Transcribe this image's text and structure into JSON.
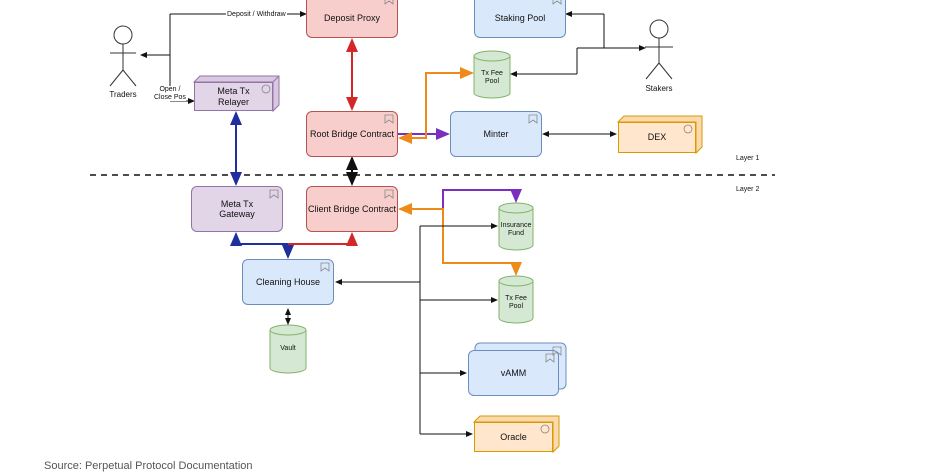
{
  "nodes": {
    "deposit_proxy": "Deposit Proxy",
    "staking_pool": "Staking Pool",
    "meta_tx_relayer_line1": "Meta Tx",
    "meta_tx_relayer_line2": "Relayer",
    "root_bridge": "Root Bridge Contract",
    "minter": "Minter",
    "dex": "DEX",
    "meta_tx_gateway_line1": "Meta Tx",
    "meta_tx_gateway_line2": "Gateway",
    "client_bridge": "Client Bridge Contract",
    "clearing_house": "Cleaning House",
    "vault": "Vault",
    "vamm": "vAMM",
    "oracle": "Oracle",
    "tx_fee_pool_top_line1": "Tx Fee",
    "tx_fee_pool_top_line2": "Pool",
    "insurance_fund_line1": "Insurance",
    "insurance_fund_line2": "Fund",
    "tx_fee_pool_bottom_line1": "Tx Fee",
    "tx_fee_pool_bottom_line2": "Pool"
  },
  "actors": {
    "traders": "Traders",
    "stakers": "Stakers"
  },
  "edge_labels": {
    "deposit_withdraw": "Deposit / Withdraw",
    "open_close_line1": "Open /",
    "open_close_line2": "Close Pos"
  },
  "layers": {
    "layer1": "Layer 1",
    "layer2": "Layer 2"
  },
  "footer": {
    "source": "Source: Perpetual Protocol Documentation"
  },
  "colors": {
    "red_arrow": "#d62728",
    "blue_arrow": "#1f2f9e",
    "orange_arrow": "#ee8a1a",
    "purple_arrow": "#7b2fbe",
    "black_arrow": "#111111"
  }
}
